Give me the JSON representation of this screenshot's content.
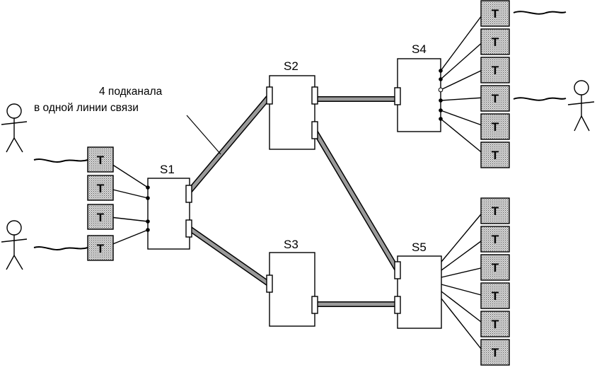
{
  "annotation": {
    "line1": "4 подканала",
    "line2": "в одной линии связи"
  },
  "switches": [
    {
      "id": "S1",
      "label": "S1"
    },
    {
      "id": "S2",
      "label": "S2"
    },
    {
      "id": "S3",
      "label": "S3"
    },
    {
      "id": "S4",
      "label": "S4"
    },
    {
      "id": "S5",
      "label": "S5"
    }
  ],
  "terminal_label": "T",
  "colors": {
    "stroke": "#000000",
    "terminal_fill": "#c8c8c8",
    "trunk_fill": "#9a9a9a",
    "box_fill": "#ffffff"
  }
}
